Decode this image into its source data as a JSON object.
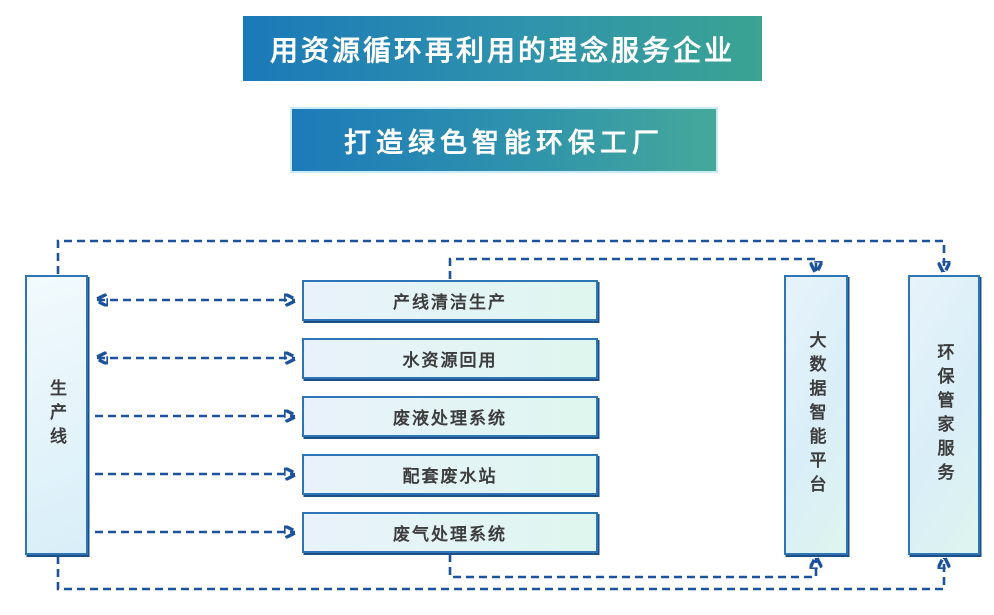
{
  "title_banner": {
    "text": "用资源循环再利用的理念服务企业"
  },
  "subtitle_banner": {
    "text": "打造绿色智能环保工厂"
  },
  "diagram": {
    "source_box": {
      "label": "生产线"
    },
    "process_boxes": [
      {
        "label": "产线清洁生产"
      },
      {
        "label": "水资源回用"
      },
      {
        "label": "废液处理系统"
      },
      {
        "label": "配套废水站"
      },
      {
        "label": "废气处理系统"
      }
    ],
    "platform_boxes": [
      {
        "label": "大数据智能平台"
      },
      {
        "label": "环保管家服务"
      }
    ]
  },
  "colors": {
    "banner_gradient_start": "#1b79b8",
    "banner_gradient_end": "#3ba392",
    "subtitle_border": "#c9eaf4",
    "box_border": "#2e75b6",
    "box_shadow_edge": "#1d4f86",
    "box_fill_blue": "#e9f2fb",
    "box_fill_green": "#def6ee",
    "connector": "#1d529c",
    "text": "#3d3d3d"
  }
}
